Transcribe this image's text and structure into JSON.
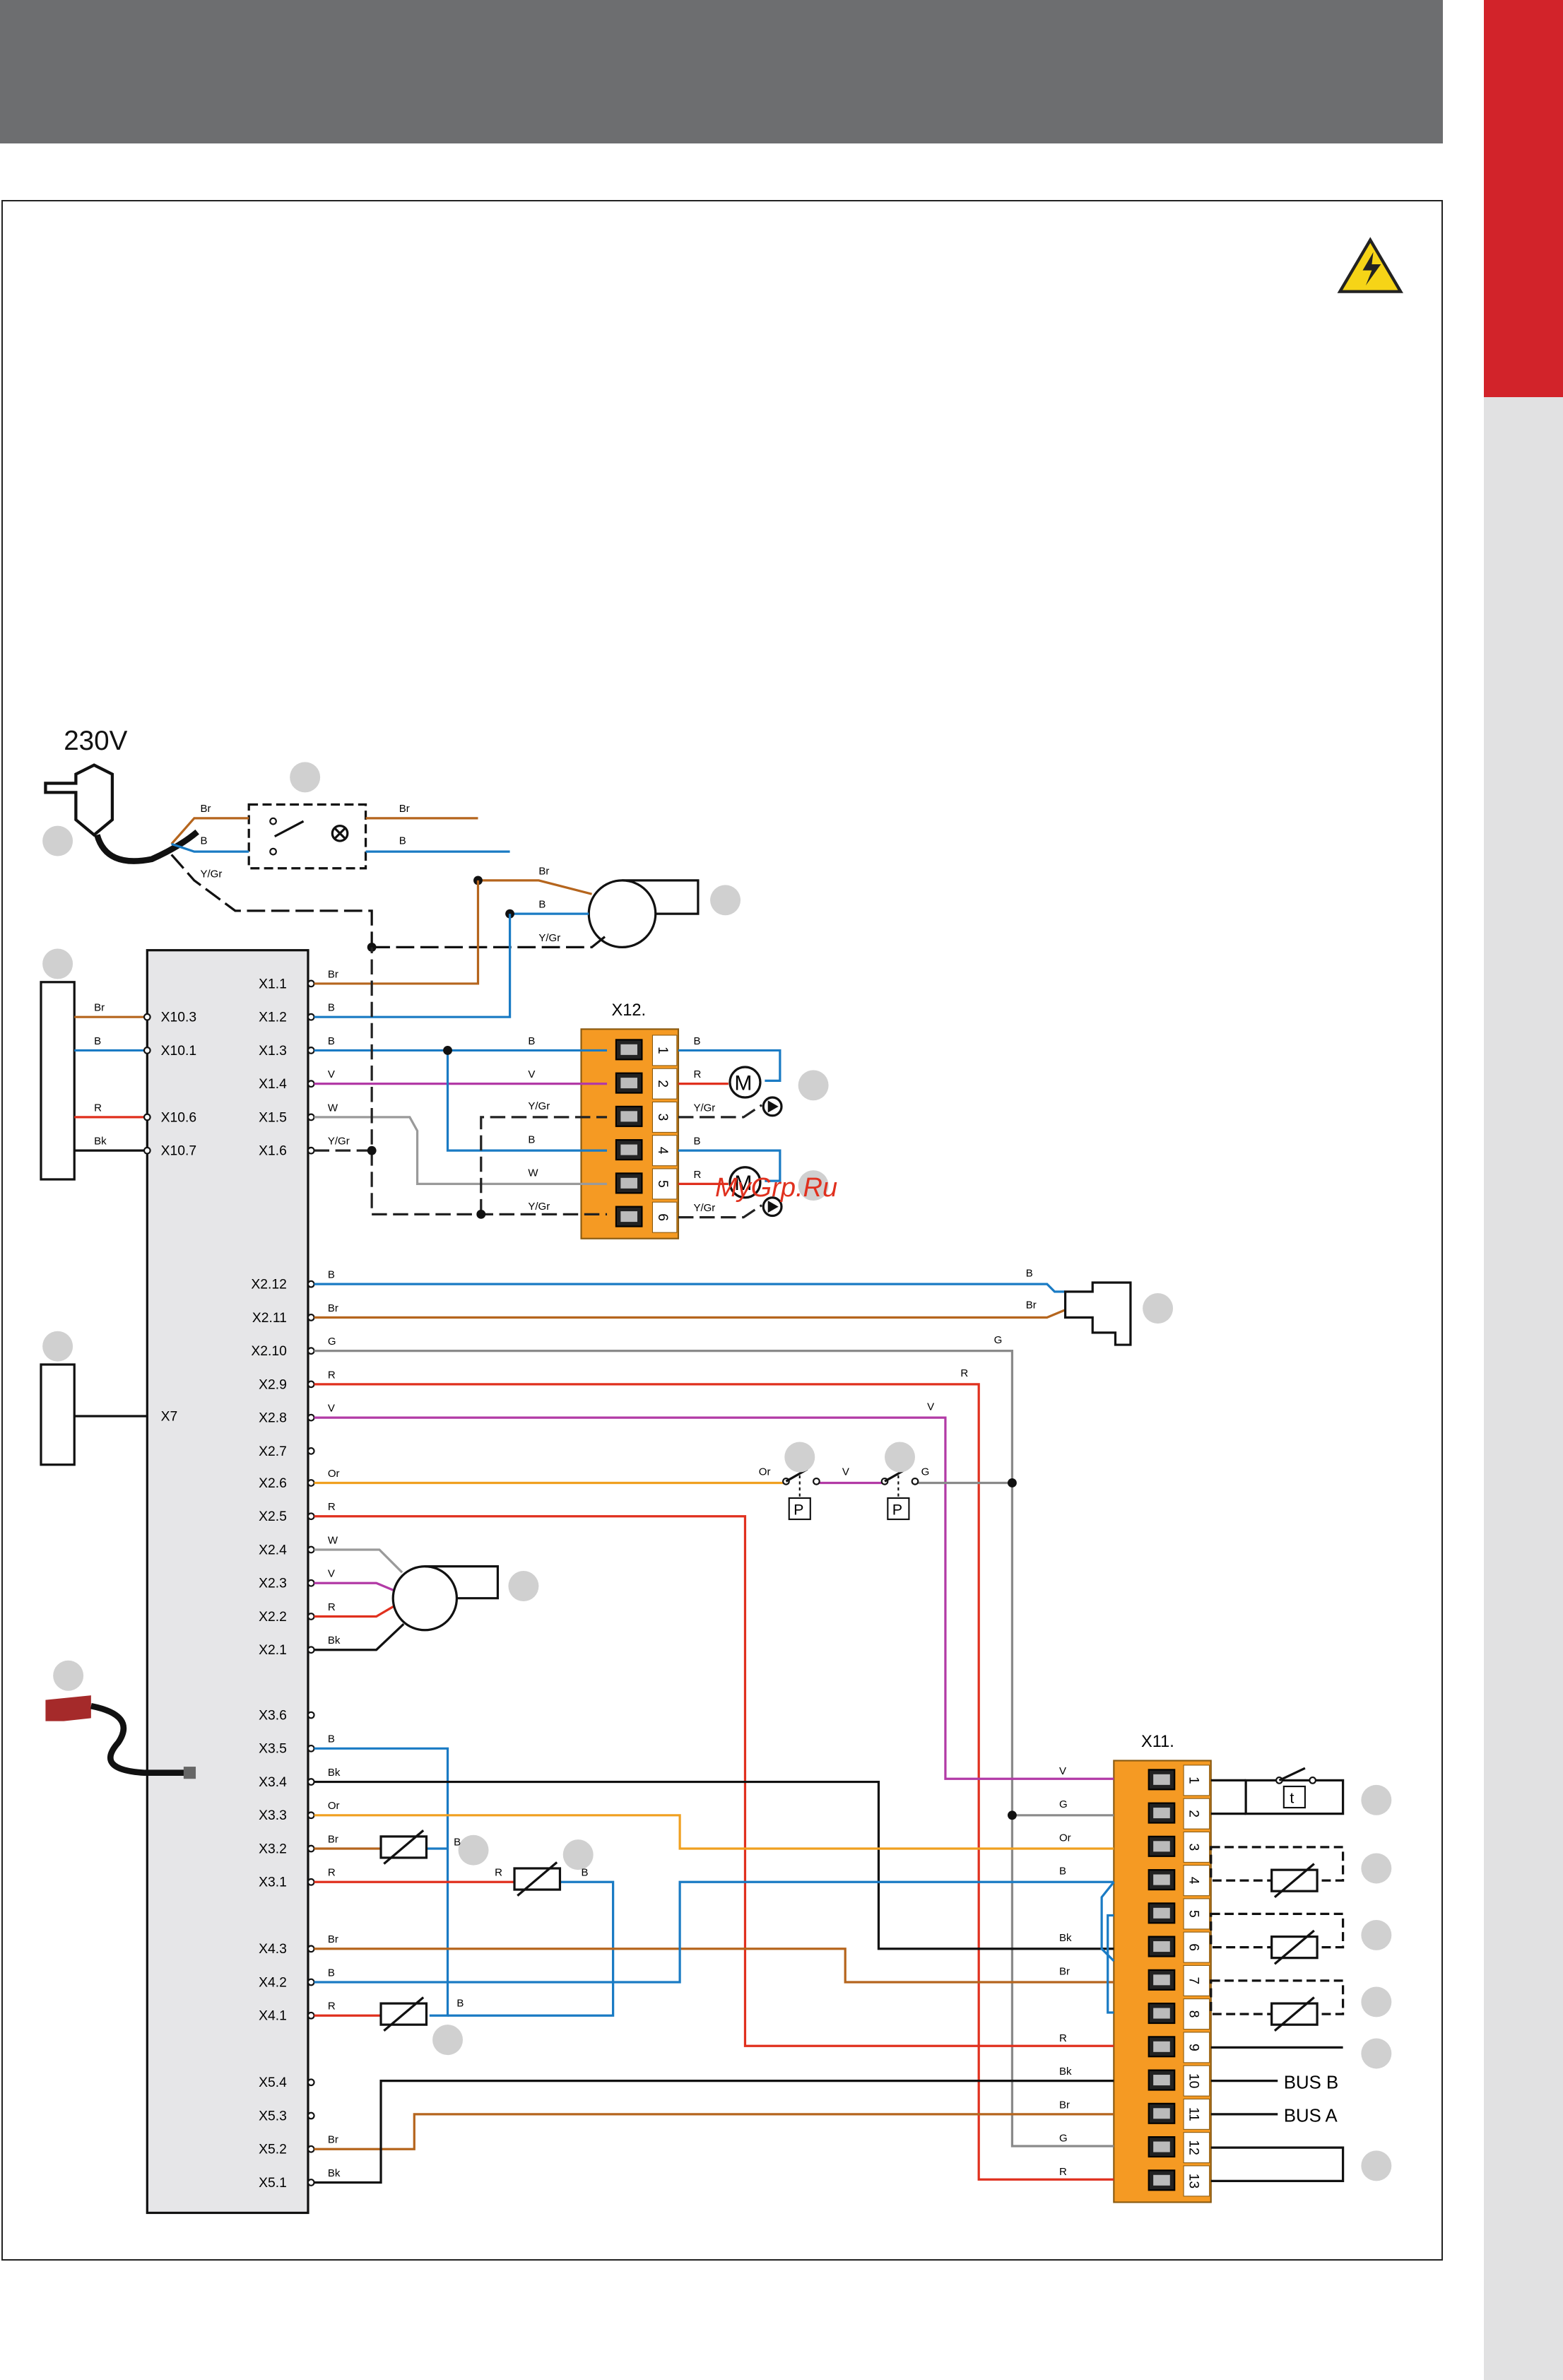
{
  "colors": {
    "header": "#6d6e70",
    "accent_red": "#d2232a",
    "side_grey": "#e1e1e2",
    "wire_brown": "#b5651d",
    "wire_blue": "#1a7bc4",
    "wire_red": "#e0301e",
    "wire_violet": "#b23aa6",
    "wire_orange": "#f0a020",
    "wire_grey": "#8a8a8a",
    "wire_yellow_green": "#222222",
    "wire_black": "#111111",
    "terminal_orange": "#f59a23",
    "board_grey": "#e6e6e8"
  },
  "supply": {
    "voltage": "230V"
  },
  "switch_wires": {
    "br_in": "Br",
    "b_in": "B",
    "ygr": "Y/Gr",
    "br_out": "Br",
    "b_out": "B"
  },
  "fan_wires": {
    "br": "Br",
    "b": "B",
    "ygr": "Y/Gr"
  },
  "board": {
    "x1": [
      "X1.1",
      "X1.2",
      "X1.3",
      "X1.4",
      "X1.5",
      "X1.6"
    ],
    "x1_colors": [
      "Br",
      "B",
      "B",
      "V",
      "W",
      "Y/Gr"
    ],
    "x2": [
      "X2.12",
      "X2.11",
      "X2.10",
      "X2.9",
      "X2.8",
      "X2.7",
      "X2.6",
      "X2.5",
      "X2.4",
      "X2.3",
      "X2.2",
      "X2.1"
    ],
    "x2_colors": [
      "B",
      "Br",
      "G",
      "R",
      "V",
      "",
      "Or",
      "R",
      "W",
      "V",
      "R",
      "Bk"
    ],
    "x3": [
      "X3.6",
      "X3.5",
      "X3.4",
      "X3.3",
      "X3.2",
      "X3.1"
    ],
    "x3_colors": [
      "",
      "B",
      "Bk",
      "Or",
      "Br",
      "R"
    ],
    "x4": [
      "X4.3",
      "X4.2",
      "X4.1"
    ],
    "x4_colors": [
      "Br",
      "B",
      "R"
    ],
    "x5": [
      "X5.4",
      "X5.3",
      "X5.2",
      "X5.1"
    ],
    "x5_colors": [
      "",
      "",
      "Br",
      "Bk"
    ],
    "x10": [
      "X10.3",
      "X10.1",
      "X10.6",
      "X10.7"
    ],
    "x10_colors": [
      "Br",
      "B",
      "R",
      "Bk"
    ],
    "x7": "X7"
  },
  "x12": {
    "title": "X12.",
    "pins": [
      "1",
      "2",
      "3",
      "4",
      "5",
      "6"
    ],
    "left_colors": [
      "B",
      "V",
      "Y/Gr",
      "B",
      "W",
      "Y/Gr"
    ],
    "right_colors": [
      "B",
      "R",
      "Y/Gr",
      "B",
      "R",
      "Y/Gr"
    ],
    "motor_label": "M"
  },
  "x11": {
    "title": "X11.",
    "pins": [
      "1",
      "2",
      "3",
      "4",
      "5",
      "6",
      "7",
      "8",
      "9",
      "10",
      "11",
      "12",
      "13"
    ],
    "left_colors": [
      "V",
      "G",
      "Or",
      "B",
      "",
      "Bk",
      "Br",
      "",
      "R",
      "Bk",
      "Br",
      "G",
      "R"
    ],
    "bus_b": "BUS B",
    "bus_a": "BUS A",
    "thermostat_label": "t"
  },
  "connector_wires": {
    "b": "B",
    "br": "Br",
    "g": "G",
    "r": "R",
    "v": "V"
  },
  "pressure_switches": {
    "or": "Or",
    "v": "V",
    "g": "G",
    "p": "P"
  },
  "sensor_wires": {
    "b": "B",
    "r": "R"
  },
  "watermark": "MyGrp.Ru"
}
